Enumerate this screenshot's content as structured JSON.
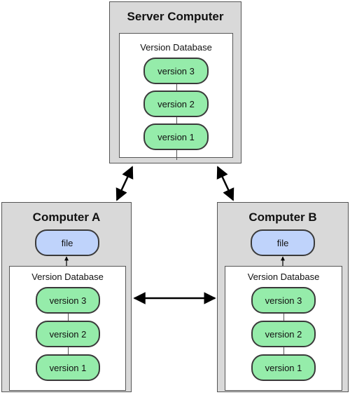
{
  "server": {
    "title": "Server Computer",
    "db_label": "Version Database",
    "versions": [
      "version 3",
      "version 2",
      "version 1"
    ]
  },
  "computer_a": {
    "title": "Computer A",
    "file_label": "file",
    "db_label": "Version Database",
    "versions": [
      "version 3",
      "version 2",
      "version 1"
    ]
  },
  "computer_b": {
    "title": "Computer B",
    "file_label": "file",
    "db_label": "Version Database",
    "versions": [
      "version 3",
      "version 2",
      "version 1"
    ]
  },
  "colors": {
    "machine_fill": "#d9d9d9",
    "version_fill": "#95ecaa",
    "file_fill": "#bfd3fb"
  }
}
